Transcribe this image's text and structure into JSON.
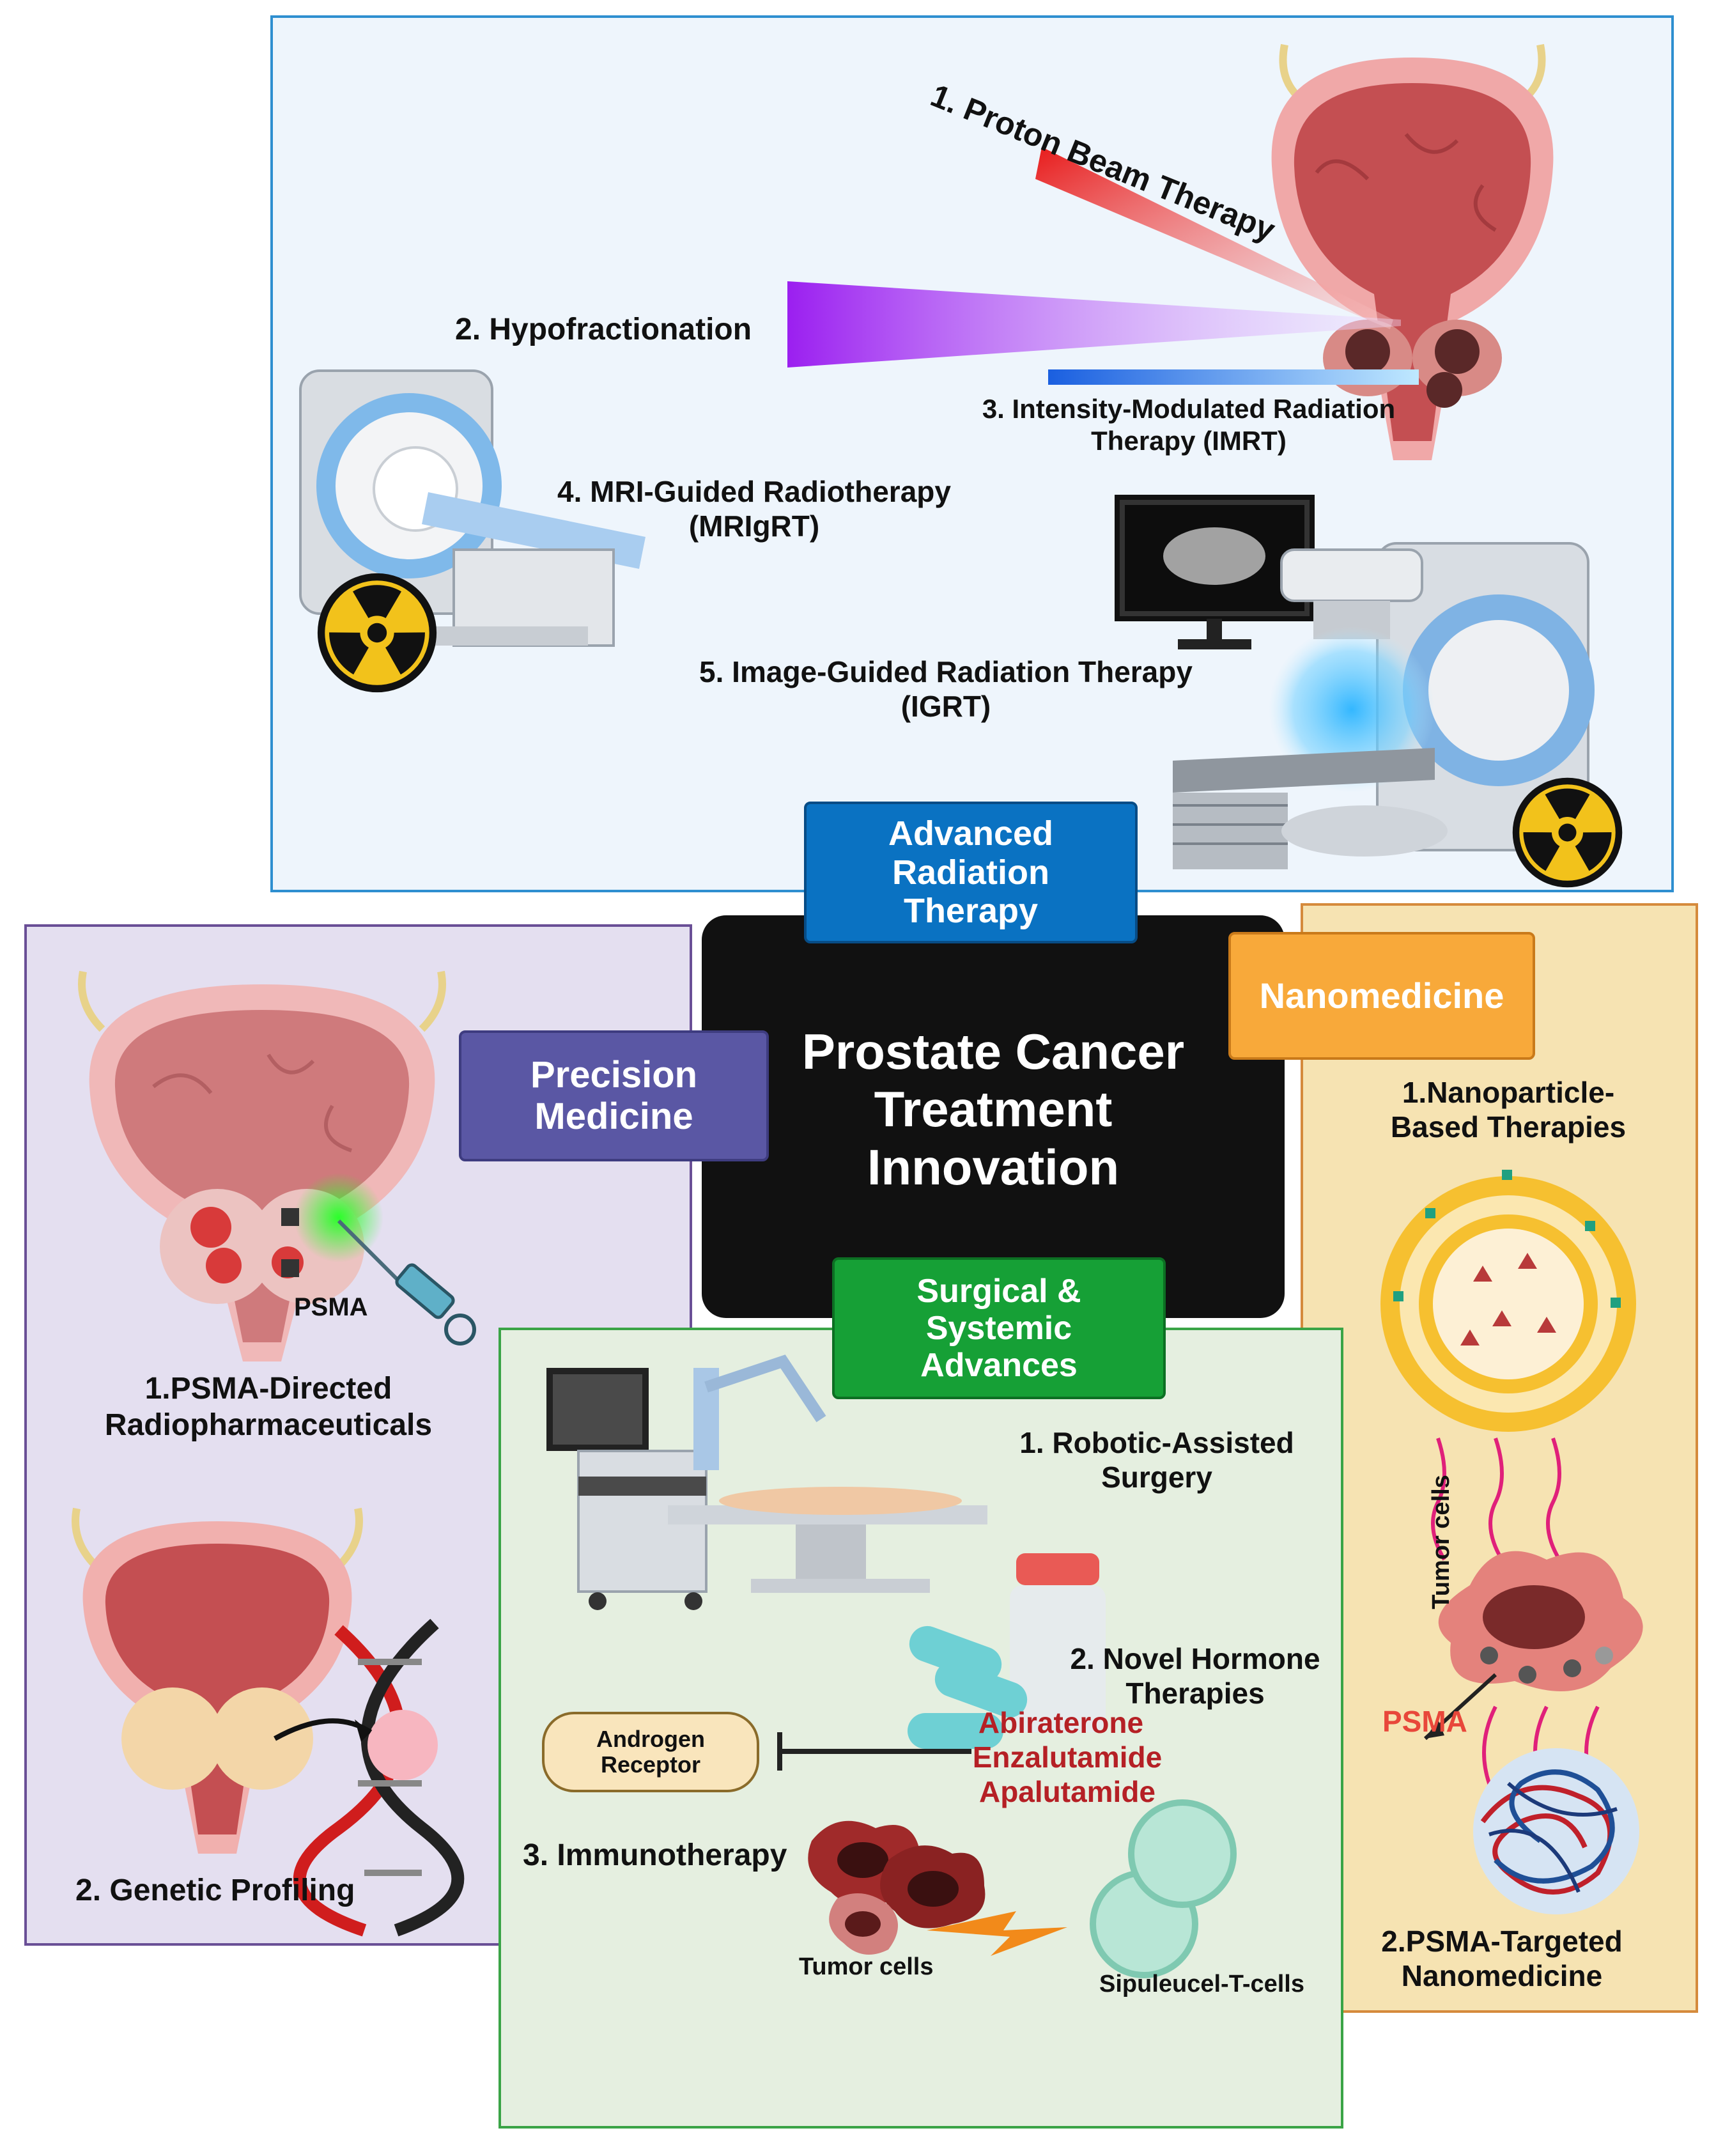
{
  "center": {
    "title": "Prostate Cancer Treatment Innovation"
  },
  "radiation": {
    "header": "Advanced Radiation Therapy",
    "items": [
      "1.  Proton Beam Therapy",
      "2. Hypofractionation",
      "3. Intensity-Modulated Radiation Therapy (IMRT)",
      "4. MRI-Guided Radiotherapy (MRIgRT)",
      "5. Image-Guided Radiation Therapy (IGRT)"
    ]
  },
  "precision": {
    "header": "Precision Medicine",
    "psma_label": "PSMA",
    "items": [
      "1.PSMA-Directed Radiopharmaceuticals",
      "2. Genetic Profiling"
    ]
  },
  "nano": {
    "header": "Nanomedicine",
    "items": [
      "1.Nanoparticle-Based Therapies",
      "2.PSMA-Targeted Nanomedicine"
    ],
    "tumor_label": "Tumor cells",
    "psma_label": "PSMA"
  },
  "surgical": {
    "header": "Surgical & Systemic Advances",
    "items": [
      "1. Robotic-Assisted Surgery",
      "2. Novel Hormone Therapies",
      "3. Immunotherapy"
    ],
    "receptor": "Androgen Receptor",
    "drugs": [
      "Abiraterone",
      "Enzalutamide",
      "Apalutamide"
    ],
    "tumor_label": "Tumor cells",
    "tcell_label": "Sipuleucel-T-cells"
  },
  "colors": {
    "radiation_border": "#2e8fd0",
    "radiation_bg": "#eef5fc",
    "radiation_box": "#0a72c2",
    "precision_border": "#6a4f96",
    "precision_bg": "#e4dff0",
    "precision_box": "#5a57a4",
    "nano_border": "#d58a3c",
    "nano_bg": "#f6e3b2",
    "nano_box": "#f8a93a",
    "surgical_border": "#3aa446",
    "surgical_bg": "#e5efe0",
    "surgical_box": "#16a036",
    "drug_text": "#b52025",
    "psma_text": "#e8473a"
  }
}
